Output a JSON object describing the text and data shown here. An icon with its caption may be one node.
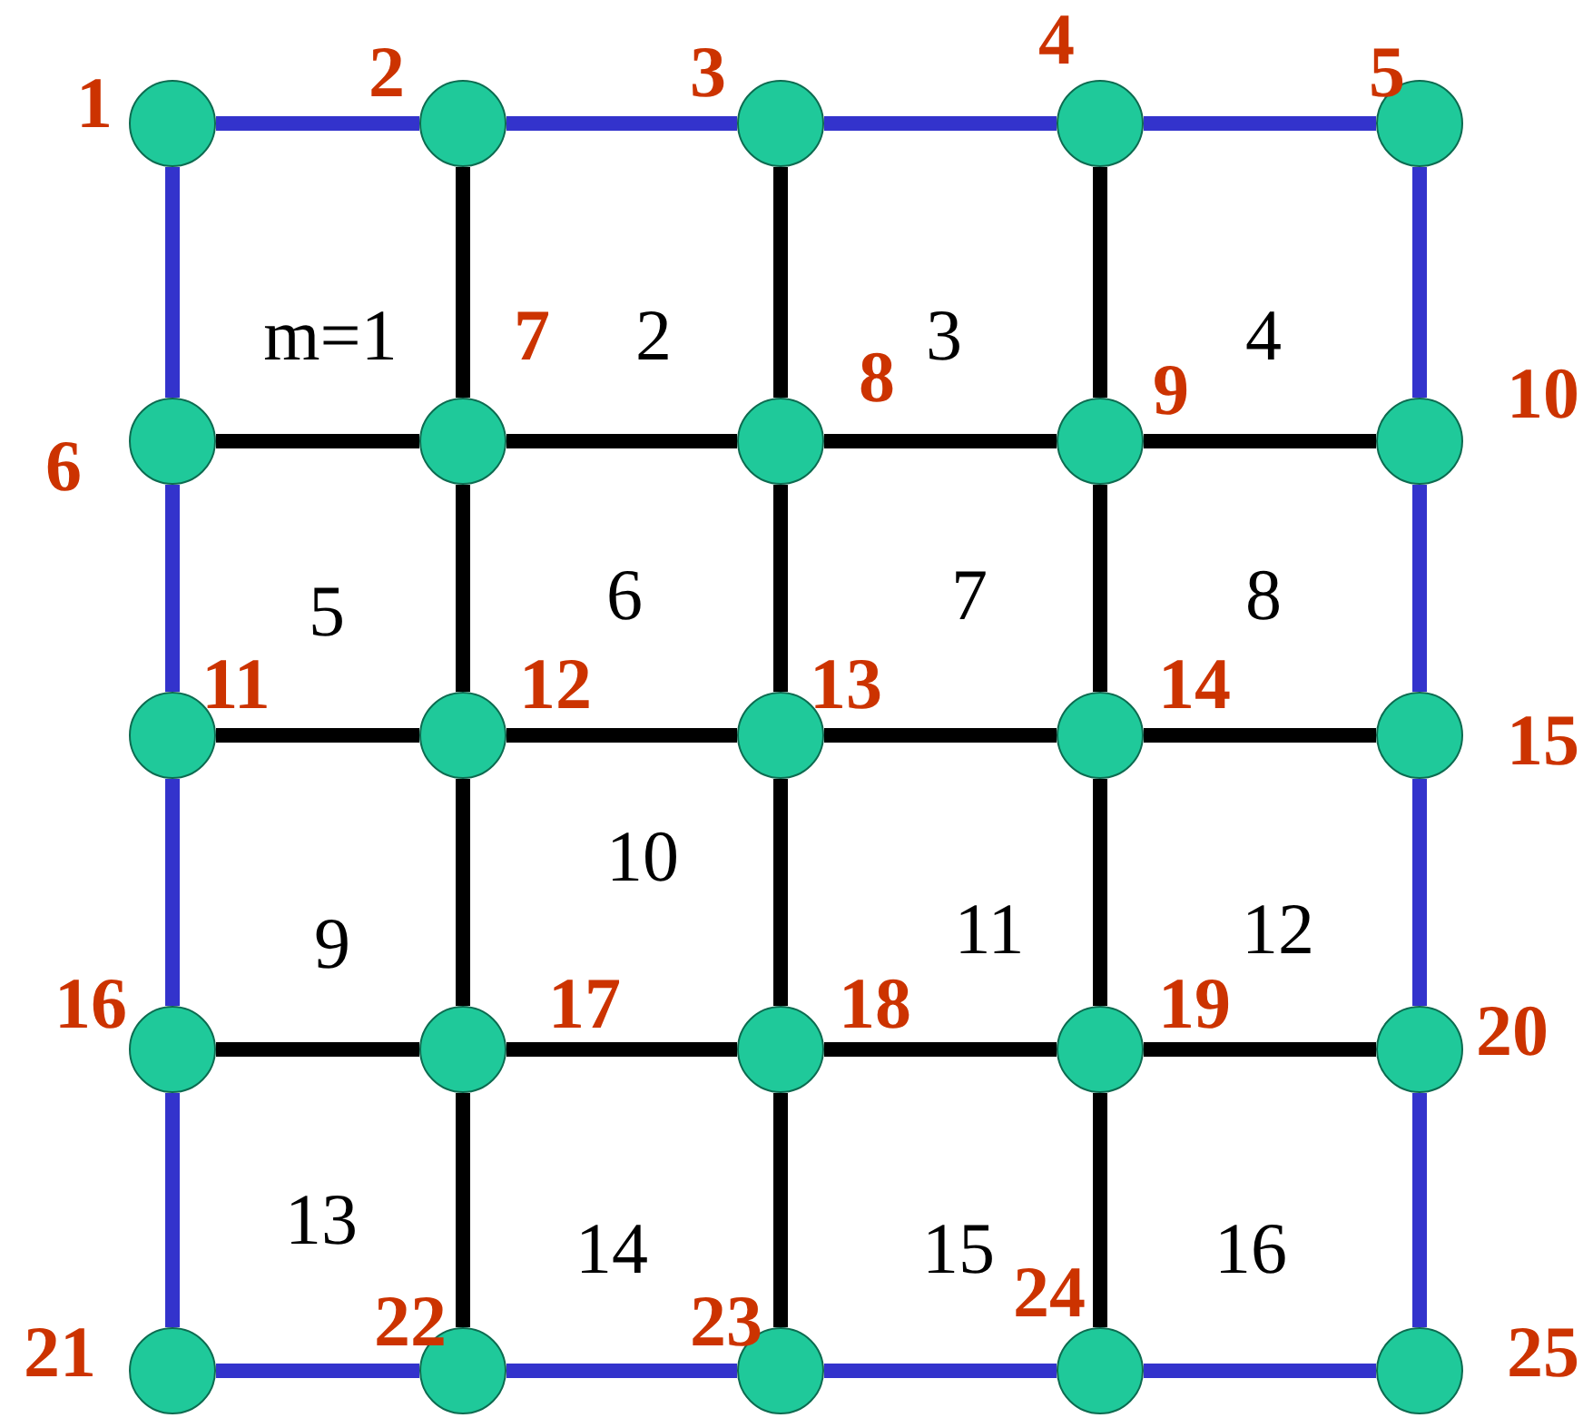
{
  "diagram": {
    "nodes": [
      {
        "text": [],
        "shape": "circle",
        "beside": [
          "1"
        ]
      },
      {
        "text": [],
        "shape": "circle",
        "beside": [
          "2"
        ]
      },
      {
        "text": [],
        "shape": "circle",
        "beside": [
          "3"
        ]
      },
      {
        "text": [],
        "shape": "circle",
        "beside": [
          "4"
        ]
      },
      {
        "text": [],
        "shape": "circle",
        "beside": [
          "5"
        ]
      },
      {
        "text": [],
        "shape": "circle",
        "beside": [
          "6"
        ]
      },
      {
        "text": [],
        "shape": "circle",
        "beside": [
          "7"
        ]
      },
      {
        "text": [],
        "shape": "circle",
        "beside": [
          "8"
        ]
      },
      {
        "text": [],
        "shape": "circle",
        "beside": [
          "9"
        ]
      },
      {
        "text": [],
        "shape": "circle",
        "beside": [
          "10"
        ]
      },
      {
        "text": [],
        "shape": "circle",
        "beside": [
          "11"
        ]
      },
      {
        "text": [],
        "shape": "circle",
        "beside": [
          "12"
        ]
      },
      {
        "text": [],
        "shape": "circle",
        "beside": [
          "13"
        ]
      },
      {
        "text": [],
        "shape": "circle",
        "beside": [
          "14"
        ]
      },
      {
        "text": [],
        "shape": "circle",
        "beside": [
          "15"
        ]
      },
      {
        "text": [],
        "shape": "circle",
        "beside": [
          "16"
        ]
      },
      {
        "text": [],
        "shape": "circle",
        "beside": [
          "17"
        ]
      },
      {
        "text": [],
        "shape": "circle",
        "beside": [
          "18"
        ]
      },
      {
        "text": [],
        "shape": "circle",
        "beside": [
          "19"
        ]
      },
      {
        "text": [],
        "shape": "circle",
        "beside": [
          "20"
        ]
      },
      {
        "text": [],
        "shape": "circle",
        "beside": [
          "21"
        ]
      },
      {
        "text": [],
        "shape": "circle",
        "beside": [
          "22"
        ]
      },
      {
        "text": [],
        "shape": "circle",
        "beside": [
          "23"
        ]
      },
      {
        "text": [],
        "shape": "circle",
        "beside": [
          "24"
        ]
      },
      {
        "text": [],
        "shape": "circle",
        "beside": [
          "25"
        ]
      }
    ],
    "edges": [
      {
        "from": 0,
        "to": 1,
        "arrow": "none",
        "color": "#3333cc"
      },
      {
        "from": 1,
        "to": 2,
        "arrow": "none",
        "color": "#3333cc"
      },
      {
        "from": 2,
        "to": 3,
        "arrow": "none",
        "color": "#3333cc"
      },
      {
        "from": 3,
        "to": 4,
        "arrow": "none",
        "color": "#3333cc"
      },
      {
        "from": 5,
        "to": 6,
        "arrow": "none"
      },
      {
        "from": 6,
        "to": 7,
        "arrow": "none"
      },
      {
        "from": 7,
        "to": 8,
        "arrow": "none"
      },
      {
        "from": 8,
        "to": 9,
        "arrow": "none"
      },
      {
        "from": 10,
        "to": 11,
        "arrow": "none"
      },
      {
        "from": 11,
        "to": 12,
        "arrow": "none"
      },
      {
        "from": 12,
        "to": 13,
        "arrow": "none"
      },
      {
        "from": 13,
        "to": 14,
        "arrow": "none"
      },
      {
        "from": 15,
        "to": 16,
        "arrow": "none"
      },
      {
        "from": 16,
        "to": 17,
        "arrow": "none"
      },
      {
        "from": 17,
        "to": 18,
        "arrow": "none"
      },
      {
        "from": 18,
        "to": 19,
        "arrow": "none"
      },
      {
        "from": 20,
        "to": 21,
        "arrow": "none",
        "color": "#3333cc"
      },
      {
        "from": 21,
        "to": 22,
        "arrow": "none",
        "color": "#3333cc"
      },
      {
        "from": 22,
        "to": 23,
        "arrow": "none",
        "color": "#3333cc"
      },
      {
        "from": 23,
        "to": 24,
        "arrow": "none",
        "color": "#3333cc"
      },
      {
        "from": 0,
        "to": 5,
        "arrow": "none",
        "color": "#3333cc"
      },
      {
        "from": 5,
        "to": 10,
        "arrow": "none",
        "color": "#3333cc"
      },
      {
        "from": 10,
        "to": 15,
        "arrow": "none",
        "color": "#3333cc"
      },
      {
        "from": 15,
        "to": 20,
        "arrow": "none",
        "color": "#3333cc"
      },
      {
        "from": 1,
        "to": 6,
        "arrow": "none"
      },
      {
        "from": 6,
        "to": 11,
        "arrow": "none"
      },
      {
        "from": 11,
        "to": 16,
        "arrow": "none"
      },
      {
        "from": 16,
        "to": 21,
        "arrow": "none"
      },
      {
        "from": 2,
        "to": 7,
        "arrow": "none"
      },
      {
        "from": 7,
        "to": 12,
        "arrow": "none"
      },
      {
        "from": 12,
        "to": 17,
        "arrow": "none"
      },
      {
        "from": 17,
        "to": 22,
        "arrow": "none"
      },
      {
        "from": 3,
        "to": 8,
        "arrow": "none"
      },
      {
        "from": 8,
        "to": 13,
        "arrow": "none"
      },
      {
        "from": 13,
        "to": 18,
        "arrow": "none"
      },
      {
        "from": 18,
        "to": 23,
        "arrow": "none"
      },
      {
        "from": 4,
        "to": 9,
        "arrow": "none",
        "color": "#3333cc"
      },
      {
        "from": 9,
        "to": 14,
        "arrow": "none",
        "color": "#3333cc"
      },
      {
        "from": 14,
        "to": 19,
        "arrow": "none",
        "color": "#3333cc"
      },
      {
        "from": 19,
        "to": 24,
        "arrow": "none",
        "color": "#3333cc"
      }
    ],
    "labels": [
      "m=1",
      "2",
      "3",
      "4",
      "5",
      "6",
      "7",
      "8",
      "10",
      "9",
      "11",
      "12",
      "13",
      "14",
      "15",
      "16"
    ]
  }
}
